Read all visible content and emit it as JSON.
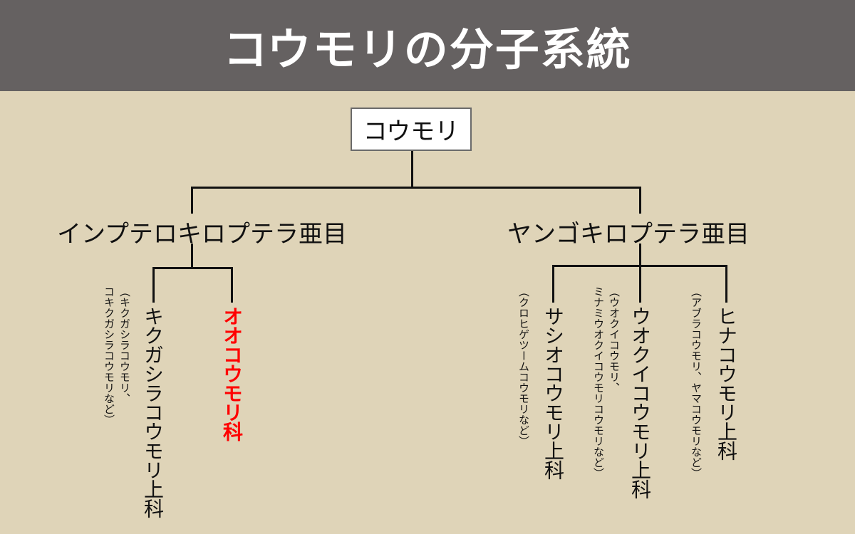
{
  "header": {
    "title": "コウモリの分子系統"
  },
  "root": {
    "label": "コウモリ"
  },
  "suborders": [
    {
      "label": "インプテロキロプテラ亜目",
      "families": [
        {
          "label": "キクガシラコウモリ上科",
          "note": "（キクガシラコウモリ、\nコキクガシラコウモリなど）"
        },
        {
          "label": "オオコウモリ科",
          "highlight": true,
          "color": "#ff0000"
        }
      ]
    },
    {
      "label": "ヤンゴキロプテラ亜目",
      "families": [
        {
          "label": "サシオコウモリ上科",
          "note": "（クロヒゲツームコウモリなど）"
        },
        {
          "label": "ウオクイコウモリ上科",
          "note": "（ウオクイコウモリ、\nミナミウオクイコウモリコウモリなど）"
        },
        {
          "label": "ヒナコウモリ上科",
          "note": "（アブラコウモリ、ヤマコウモリなど）"
        }
      ]
    }
  ],
  "colors": {
    "header_bg": "#656161",
    "page_bg": "#dfd4b8",
    "highlight": "#ff0000"
  }
}
